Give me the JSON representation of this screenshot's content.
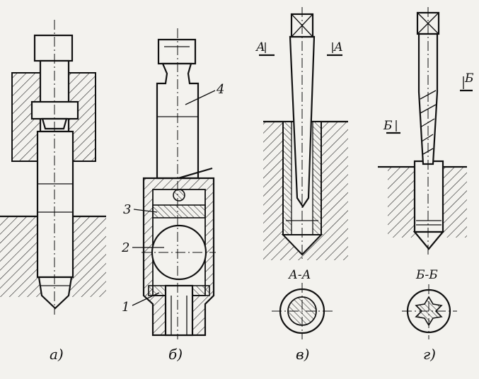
{
  "figure": {
    "panels": [
      {
        "id": "a",
        "caption": "а)"
      },
      {
        "id": "b",
        "caption": "б)"
      },
      {
        "id": "v",
        "caption": "в)"
      },
      {
        "id": "g",
        "caption": "г)"
      }
    ],
    "callouts": [
      "1",
      "2",
      "3",
      "4"
    ],
    "section_marks": {
      "a_left": "А",
      "a_right": "А",
      "b_upper": "Б",
      "b_lower": "Б",
      "section_aa": "А-А",
      "section_bb": "Б-Б"
    }
  },
  "colors": {
    "ink": "#111111",
    "paper": "#f3f2ee"
  }
}
